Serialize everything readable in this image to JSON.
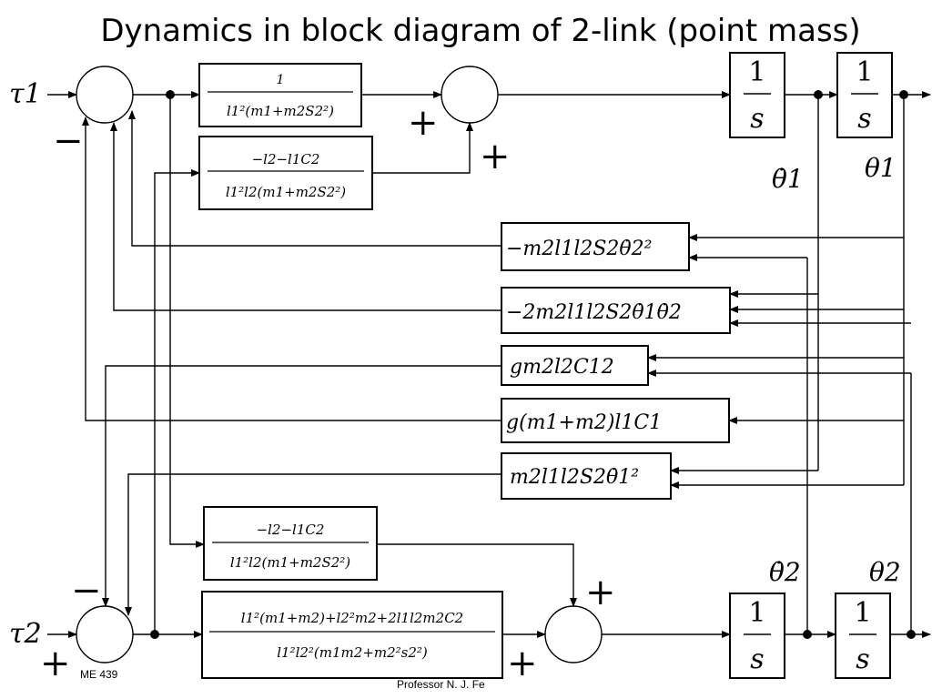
{
  "title": "Dynamics in block diagram of 2-link (point mass)",
  "footer": {
    "left": "ME 439",
    "center": "Professor N. J. Fe"
  },
  "inputs": {
    "tau1": "τ1",
    "tau2": "τ2"
  },
  "signs": {
    "sum1_left": "−",
    "sum2_left": "+",
    "sum2_bottom": "+",
    "sum3_top": "−",
    "sum3_left": "+",
    "sum4_top": "+",
    "sum4_left": "+"
  },
  "signals": {
    "theta1_dot": "θ̇1",
    "theta1": "θ1",
    "theta2_dot": "θ̇2",
    "theta2": "θ2"
  },
  "blocks": {
    "integrator": {
      "num": "1",
      "den": "s"
    },
    "gain_a": {
      "num": "1",
      "den": "l1²(m1+m2S2²)"
    },
    "gain_b": {
      "num": "−l2−l1C2",
      "den": "l1²l2(m1+m2S2²)"
    },
    "gain_c": {
      "num": "−l2−l1C2",
      "den": "l1²l2(m1+m2S2²)"
    },
    "gain_d": {
      "num": "l1²(m1+m2)+l2²m2+2l1l2m2C2",
      "den": "l1²l2²(m1m2+m2²s2²)"
    },
    "fb1": "−m2l1l2S2θ̇2²",
    "fb2": "−2m2l1l2S2θ̇1θ̇2",
    "fb3": "gm2l2C12",
    "fb4": "g(m1+m2)l1C1",
    "fb5": "m2l1l2S2θ̇1²"
  }
}
